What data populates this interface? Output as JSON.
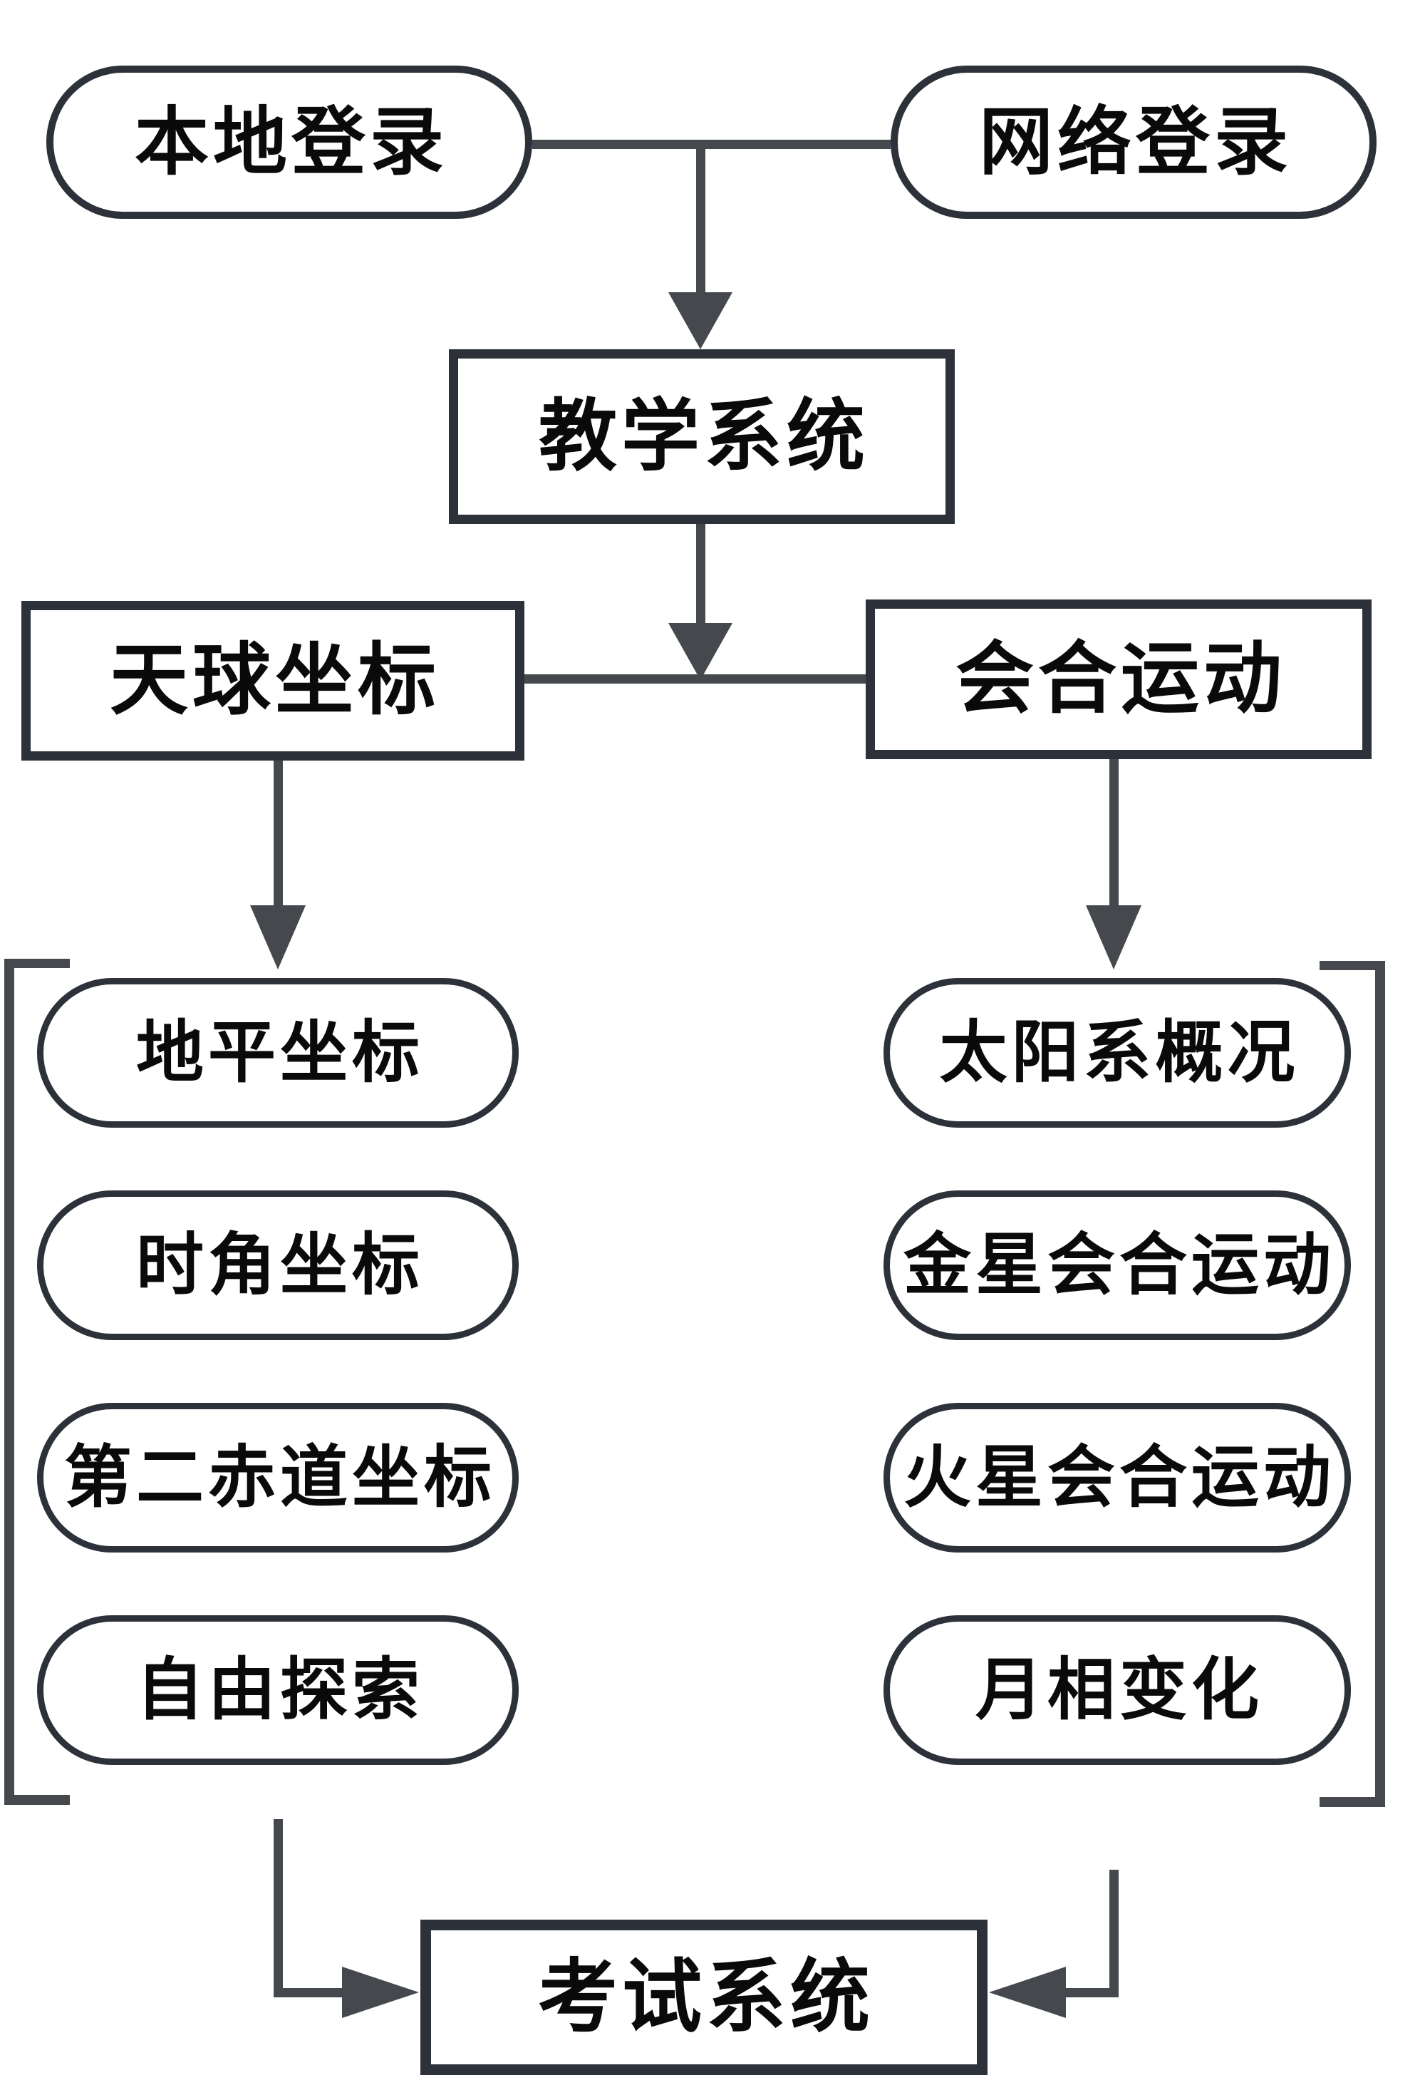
{
  "diagram_type": "flowchart",
  "nodes": {
    "local_login": {
      "label": "本地登录"
    },
    "network_login": {
      "label": "网络登录"
    },
    "teaching_system": {
      "label": "教学系统"
    },
    "celestial_coordinates": {
      "label": "天球坐标"
    },
    "synodic_motion": {
      "label": "会合运动"
    },
    "left_column": [
      {
        "label": "地平坐标"
      },
      {
        "label": "时角坐标"
      },
      {
        "label": "第二赤道坐标"
      },
      {
        "label": "自由探索"
      }
    ],
    "right_column": [
      {
        "label": "太阳系概况"
      },
      {
        "label": "金星会合运动"
      },
      {
        "label": "火星会合运动"
      },
      {
        "label": "月相变化"
      }
    ],
    "exam_system": {
      "label": "考试系统"
    }
  },
  "edges": [
    "local_login + network_login -> teaching_system",
    "teaching_system -> celestial_coordinates + synodic_motion",
    "celestial_coordinates -> left_column group",
    "synodic_motion -> right_column group",
    "left_column group -> exam_system",
    "right_column group -> exam_system"
  ],
  "colors": {
    "line": "#45484d",
    "border": "#2d323a",
    "text": "#0a0a0a",
    "background": "#ffffff"
  }
}
